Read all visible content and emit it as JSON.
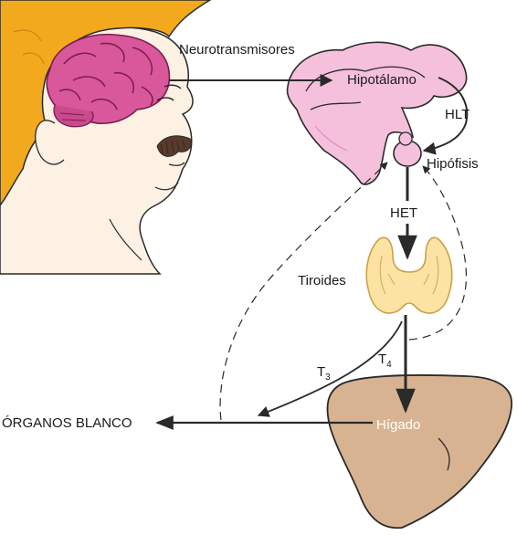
{
  "diagram": {
    "labels": {
      "neurotransmitters": "Neurotransmisores",
      "hypothalamus": "Hipotálamo",
      "hlt": "HLT",
      "pituitary": "Hipófisis",
      "het": "HET",
      "thyroid": "Tiroides",
      "t3_base": "T",
      "t3_sub": "3",
      "t4_base": "T",
      "t4_sub": "4",
      "target_organs": "ÓRGANOS BLANCO",
      "liver": "Hígado"
    },
    "colors": {
      "hair": "#f2a91d",
      "skin": "#fdf1e4",
      "brain": "#d9579b",
      "hypothalamus": "#f5c0dc",
      "thyroid": "#fce3a3",
      "liver": "#d8b391",
      "stroke": "#2a2a2a"
    }
  }
}
